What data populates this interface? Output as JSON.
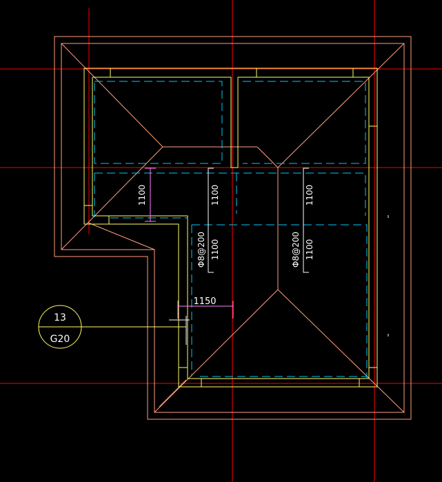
{
  "colors": {
    "background": "#000000",
    "axis": "#ff0000",
    "outline": "#ff9f7f",
    "beam": "#ffff66",
    "rebar": "#ffffff",
    "slab_dashed": "#00c8ff",
    "dimension": "#ff7fff"
  },
  "dimensions": {
    "left_slab": "1100",
    "mid_slab": "1100",
    "right_slab": "1100",
    "horizontal": "1150"
  },
  "rebar_labels": {
    "left_spec": "Φ8@200",
    "left_len": "1100",
    "right_spec": "Φ8@200",
    "right_len": "1100"
  },
  "callout": {
    "top": "13",
    "bottom": "G20"
  }
}
